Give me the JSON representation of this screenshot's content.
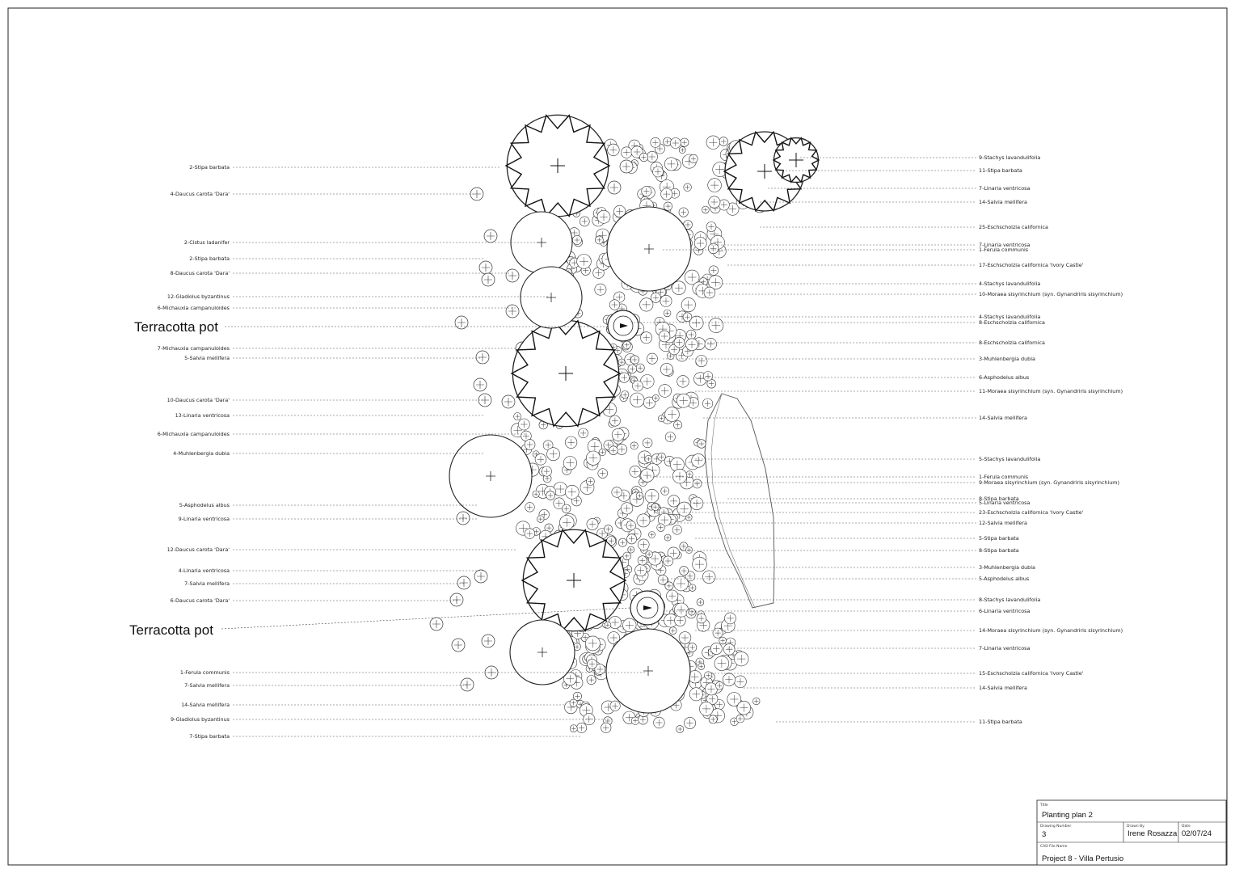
{
  "left_labels": [
    "2-Stipa barbata",
    "4-Daucus carota 'Dara'",
    "2-Cistus ladanifer",
    "2-Stipa barbata",
    "8-Daucus carota 'Dara'",
    "12-Gladiolus byzantinus",
    "6-Michauxia campanuloides",
    "7-Michauxia campanuloides",
    "5-Salvia mellifera",
    "10-Daucus carota 'Dara'",
    "13-Linaria ventricosa",
    "6-Michauxia campanuloides",
    "4-Muhlenbergia dubia",
    "5-Asphodelus albus",
    "9-Linaria ventricosa",
    "12-Daucus carota 'Dara'",
    "4-Linaria ventricosa",
    "7-Salvia mellifera",
    "6-Daucus carota 'Dara'",
    "1-Ferula communis",
    "7-Salvia mellifera",
    "14-Salvia mellifera",
    "9-Gladiolus byzantinus",
    "7-Stipa barbata"
  ],
  "right_labels": [
    "9-Stachys lavandulifolia",
    "11-Stipa barbata",
    "7-Linaria ventricosa",
    "14-Salvia mellifera",
    "25-Eschscholzia californica",
    "7-Linaria ventricosa",
    "1-Ferula communis",
    "17-Eschscholzia californica 'Ivory Castle'",
    "4-Stachys lavandulifolia",
    "10-Moraea sisyrinchium (syn. Gynandriris sisyrinchium)",
    "4-Stachys lavandulifolia",
    "8-Eschscholzia californica",
    "8-Eschscholzia californica",
    "3-Muhlenbergia dubia",
    "6-Asphodelus albus",
    "11-Moraea sisyrinchium (syn. Gynandriris sisyrinchium)",
    "14-Salvia mellifera",
    "5-Stachys lavandulifolia",
    "1-Ferula communis",
    "9-Moraea sisyrinchium (syn. Gynandriris sisyrinchium)",
    "8-Stipa barbata",
    "5-Linaria ventricosa",
    "23-Eschscholzia californica 'Ivory Castle'",
    "12-Salvia mellifera",
    "5-Stipa barbata",
    "8-Stipa barbata",
    "3-Muhlenbergia dubia",
    "5-Asphodelus albus",
    "8-Stachys lavandulifolia",
    "6-Linaria ventricosa",
    "14-Moraea sisyrinchium (syn. Gynandriris sisyrinchium)",
    "7-Linaria ventricosa",
    "15-Eschscholzia californica 'Ivory Castle'",
    "14-Salvia mellifera",
    "11-Stipa barbata"
  ],
  "pot_labels": [
    "Terracotta pot",
    "Terracotta pot"
  ],
  "title_block": {
    "title_caption": "Title",
    "title": "Planting plan 2",
    "drawing_number_caption": "Drawing Number",
    "drawing_number": "3",
    "drawn_by_caption": "Drawn By",
    "drawn_by": "Irene Rosazza",
    "date_caption": "Date",
    "date": "02/07/24",
    "cad_caption": "CAD File Name",
    "cad_file": "Project 8 - Villa Pertusio"
  }
}
